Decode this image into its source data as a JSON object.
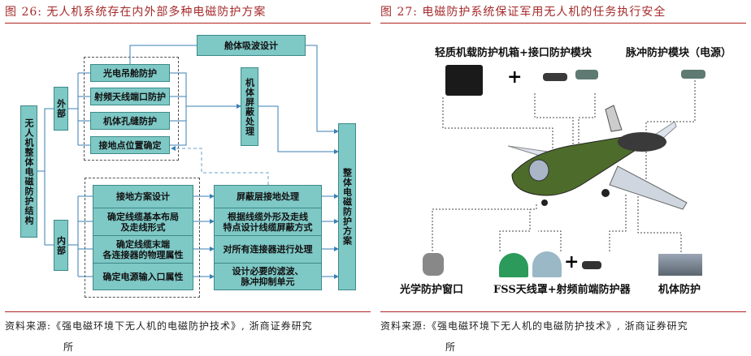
{
  "left": {
    "title": "图 26:  无人机系统存在内外部多种电磁防护方案",
    "root": "无人机整体电磁防护结构",
    "external": "外部",
    "internal": "内部",
    "cabin": "舱体吸波设计",
    "shield": "机体屏蔽处理",
    "overall": "整体电磁防护方案",
    "external_items": [
      "光电吊舱防护",
      "射频天线端口防护",
      "机体孔缝防护",
      "接地点位置确定"
    ],
    "internal_items": [
      "接地方案设计",
      "确定线缆基本布局\n及走线形式",
      "确定线缆末端\n各连接器的物理属性",
      "确定电源输入口属性"
    ],
    "internal_actions": [
      "屏蔽层接地处理",
      "根据线缆外形及走线\n特点设计线缆屏蔽方式",
      "对所有连接器进行处理",
      "设计必要的滤波、\n脉冲抑制单元"
    ],
    "source": "资料来源:《强电磁环境下无人机的电磁防护技术》, 浙商证券研究",
    "source_cont": "所"
  },
  "right": {
    "title": "图 27:  电磁防护系统保证军用无人机的任务执行安全",
    "labels": {
      "top_left": "轻质机载防护机箱+接口防护模块",
      "top_right": "脉冲防护模块（电源）",
      "bottom_left": "光学防护窗口",
      "bottom_mid": "FSS天线罩+射频前端防护器",
      "bottom_right": "机体防护",
      "plus": "+"
    },
    "source": "资料来源:《强电磁环境下无人机的电磁防护技术》, 浙商证券研究",
    "source_cont": "所"
  },
  "colors": {
    "box": "#7ec8c6",
    "title": "#a52a2a",
    "rule": "#b22222",
    "line": "#3a7fb5"
  }
}
